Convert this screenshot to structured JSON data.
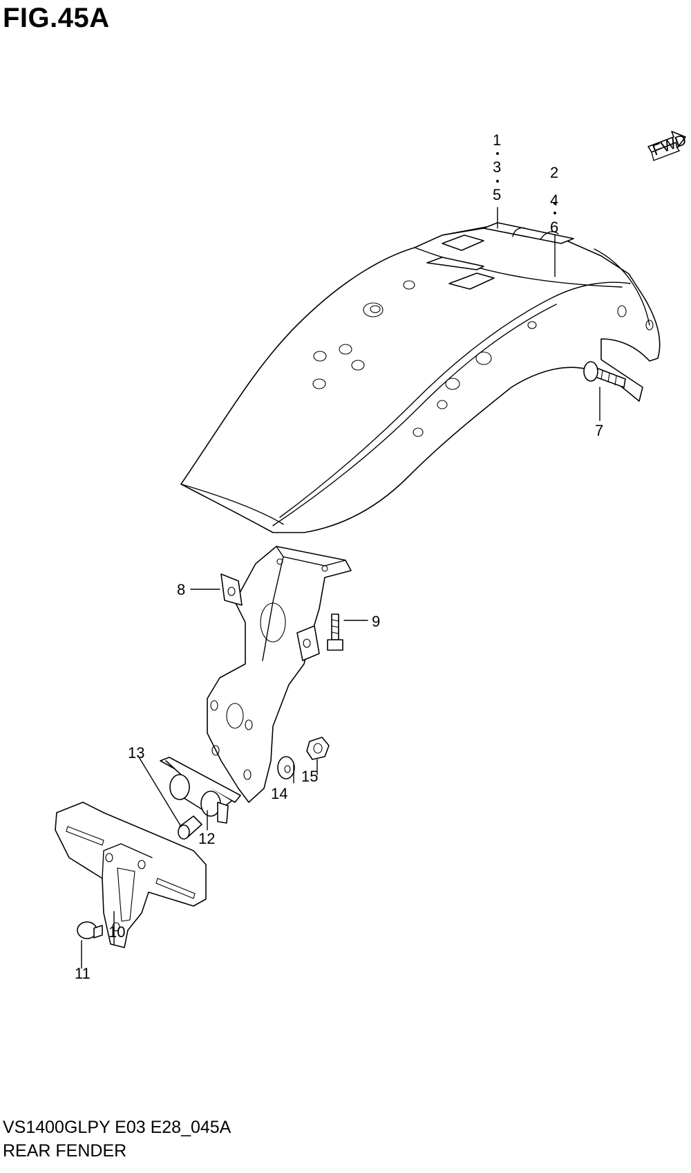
{
  "figure_title": "FIG.45A",
  "footer": {
    "code": "VS1400GLPY E03 E28_045A",
    "name": "REAR FENDER"
  },
  "fwd_label": "FWD",
  "callouts": {
    "c1": "1",
    "c3": "3",
    "c5": "5",
    "c2": "2",
    "c4": "4",
    "c6": "6",
    "c7": "7",
    "c8": "8",
    "c9": "9",
    "c10": "10",
    "c11": "11",
    "c12": "12",
    "c13": "13",
    "c14": "14",
    "c15": "15"
  }
}
